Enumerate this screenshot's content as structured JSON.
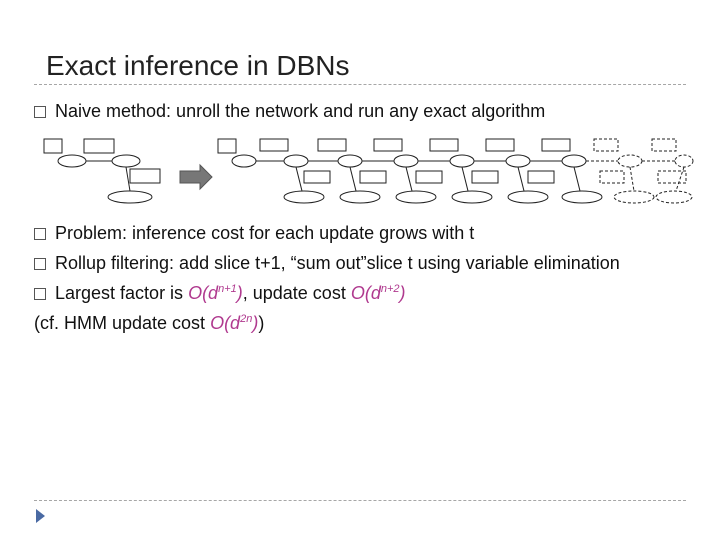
{
  "slide": {
    "title": "Exact inference in DBNs",
    "bullet1": "Naive method: unroll the network and run any exact algorithm",
    "bullet2": "Problem: inference cost for each update grows with t",
    "bullet3": "Rollup filtering: add slice t+1, “sum out”slice t using variable elimination",
    "bullet4": {
      "prefix": "Largest factor is ",
      "expr1_base": "O(d",
      "expr1_exp": "n+1",
      "expr1_close": ")",
      "middle": ", update cost ",
      "expr2_base": "O(d",
      "expr2_exp": "n+2",
      "expr2_close": ")"
    },
    "note": {
      "prefix": "(cf. HMM update cost ",
      "expr_base": "O(d",
      "expr_exp": "2n",
      "expr_close": ")",
      "suffix": ")"
    }
  },
  "colors": {
    "accent": "#b03a8f",
    "nav": "#4a6aa3"
  },
  "icons": {
    "bullet": "square-bullet-icon",
    "nav": "nav-arrow-icon"
  }
}
